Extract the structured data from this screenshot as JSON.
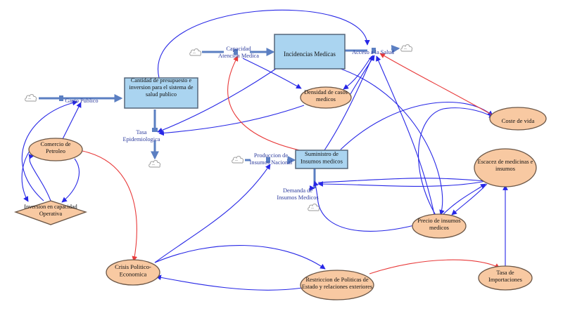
{
  "colors": {
    "causal_link": "#2727e6",
    "negative_link": "#e83a3a",
    "flow_pipe": "#5b7fc2",
    "stock_fill": "#aad4f0",
    "stock_stroke": "#55667a",
    "aux_fill": "#f8c9a2",
    "aux_stroke": "#6b5646",
    "flow_text": "#2e3d9e",
    "node_text": "#111111"
  },
  "stocks": {
    "presupuesto": [
      "Cantidad de presupuesto e",
      "inversion para el sistema de",
      "salud publico"
    ],
    "incidencias": [
      "Incidencias Medicas"
    ],
    "suministro": [
      "Suministro de",
      "Insumos medicos"
    ]
  },
  "auxiliaries": {
    "densidad": [
      "Densidad de casos",
      "medicos"
    ],
    "coste": [
      "Coste de vida"
    ],
    "escasez": [
      "Escacez de medicinas e",
      "insumos"
    ],
    "precio": [
      "Precio de insumos",
      "medicos"
    ],
    "comercio": [
      "Comercio de",
      "Petroleo"
    ],
    "inversion": [
      "Inversion en capacidad",
      "Operativa"
    ],
    "crisis": [
      "Crisis Politico-",
      "Economica"
    ],
    "restriccion": [
      "Restriccion de Politicas de",
      "Estado y relaciones exteriores"
    ],
    "tasa_importaciones": [
      "Tasa de",
      "Importaciones"
    ]
  },
  "flows": {
    "gasto_publico": [
      "Gasto Publico"
    ],
    "capacidad_atencion": [
      "Capacidad",
      "Atencion Medica"
    ],
    "acceso_salud": [
      "Acceso a la Salud"
    ],
    "tasa_epidemiologica": [
      "Tasa",
      "Epidemiologica"
    ],
    "produccion_insumos": [
      "Produccion de",
      "Insumos Nacional"
    ],
    "demanda_insumos": [
      "Demanda de",
      "Insumos Medicos"
    ]
  }
}
